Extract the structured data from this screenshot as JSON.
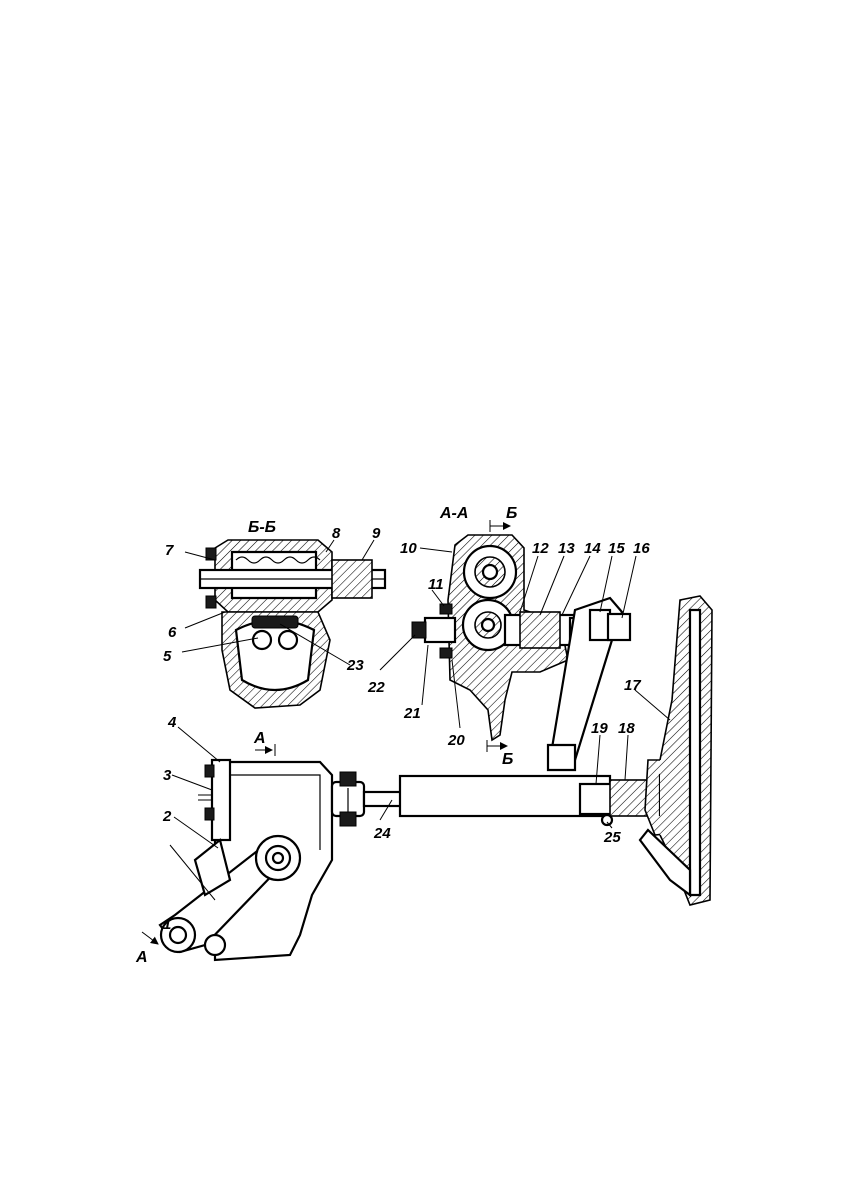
{
  "section_labels": {
    "bb": "Б-Б",
    "aa": "А-А",
    "arrow_b_top": "Б",
    "arrow_b_bottom": "Б",
    "arrow_a_top": "А",
    "arrow_a_bottom": "А"
  },
  "callouts": [
    "1",
    "2",
    "3",
    "4",
    "5",
    "6",
    "7",
    "8",
    "9",
    "10",
    "11",
    "12",
    "13",
    "14",
    "15",
    "16",
    "17",
    "18",
    "19",
    "20",
    "21",
    "22",
    "23",
    "24",
    "25"
  ]
}
